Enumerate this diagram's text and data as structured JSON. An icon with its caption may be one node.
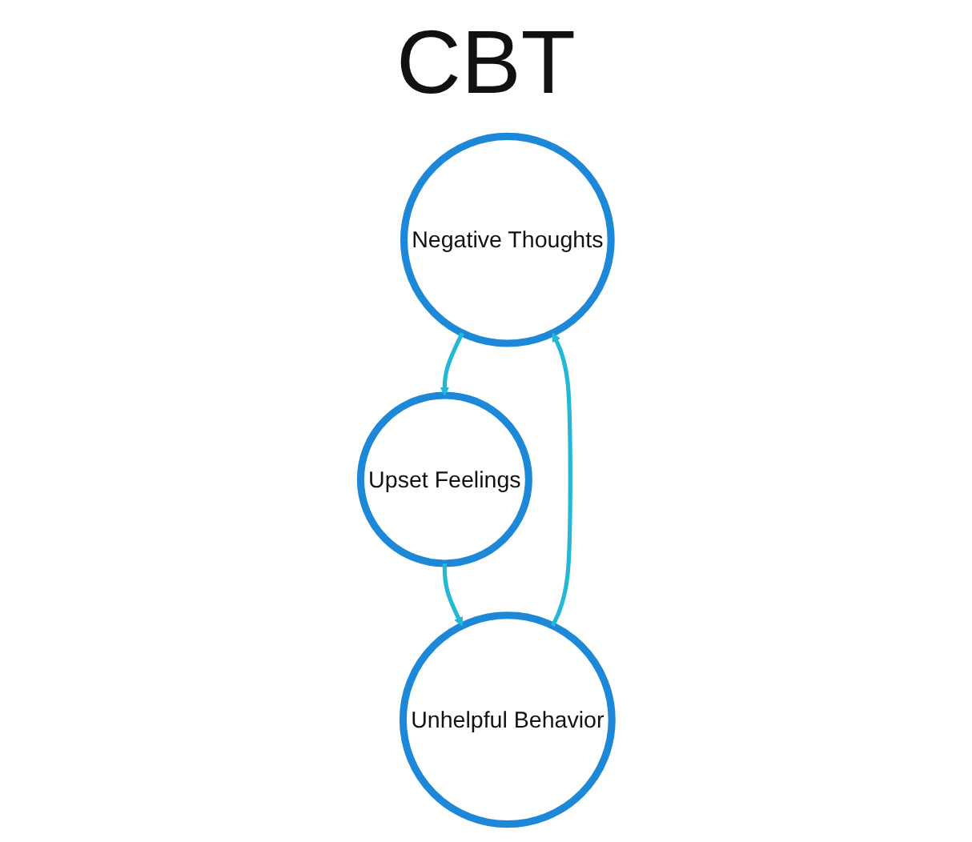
{
  "diagram": {
    "title": "CBT",
    "nodes": [
      {
        "text": [
          "Negative Thoughts"
        ]
      },
      {
        "text": [
          "Upset Feelings"
        ]
      },
      {
        "text": [
          "Unhelpful Behavior"
        ]
      }
    ],
    "edges": [
      {
        "from": 0,
        "to": 1,
        "arrow": "to"
      },
      {
        "from": 1,
        "to": 2,
        "arrow": "to"
      },
      {
        "from": 2,
        "to": 0,
        "arrow": "to"
      }
    ]
  }
}
